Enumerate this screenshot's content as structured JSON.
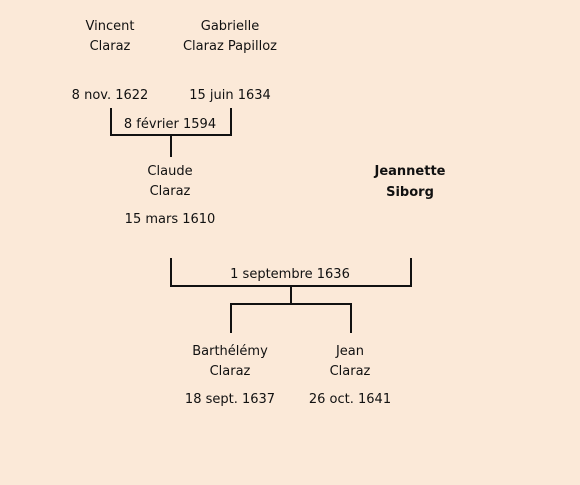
{
  "grandparents": {
    "father": {
      "first": "Vincent",
      "last": "Claraz",
      "date": "8 nov. 1622"
    },
    "mother": {
      "first": "Gabrielle",
      "last": "Claraz Papilloz",
      "date": "15 juin 1634"
    },
    "marriage": "8 février 1594"
  },
  "parents": {
    "father": {
      "first": "Claude",
      "last": "Claraz",
      "date": "15 mars 1610"
    },
    "mother": {
      "first": "Jeannette",
      "last": "Siborg"
    },
    "marriage": "1 septembre 1636"
  },
  "children": [
    {
      "first": "Barthélémy",
      "last": "Claraz",
      "date": "18 sept. 1637"
    },
    {
      "first": "Jean",
      "last": "Claraz",
      "date": "26 oct. 1641"
    }
  ]
}
